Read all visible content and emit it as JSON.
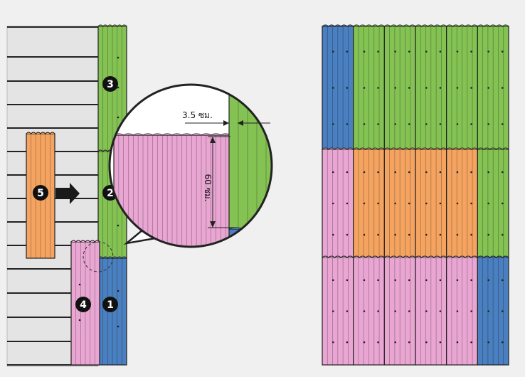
{
  "markers": [
    {
      "label": "3"
    },
    {
      "label": "5"
    },
    {
      "label": "2"
    },
    {
      "label": "4"
    },
    {
      "label": "1"
    }
  ],
  "callout": {
    "overlap_label": "3.5 ซม.",
    "height_label": "60 ซม."
  },
  "colors": {
    "green": "#84c253",
    "orange": "#f4a460",
    "pink": "#e9a6d2",
    "blue": "#4a7fc0",
    "background_panel": "#e6e6e6",
    "outline": "#222222"
  },
  "icons": {
    "arrow": "right-arrow-icon",
    "zoom": "zoom-circle-icon"
  }
}
